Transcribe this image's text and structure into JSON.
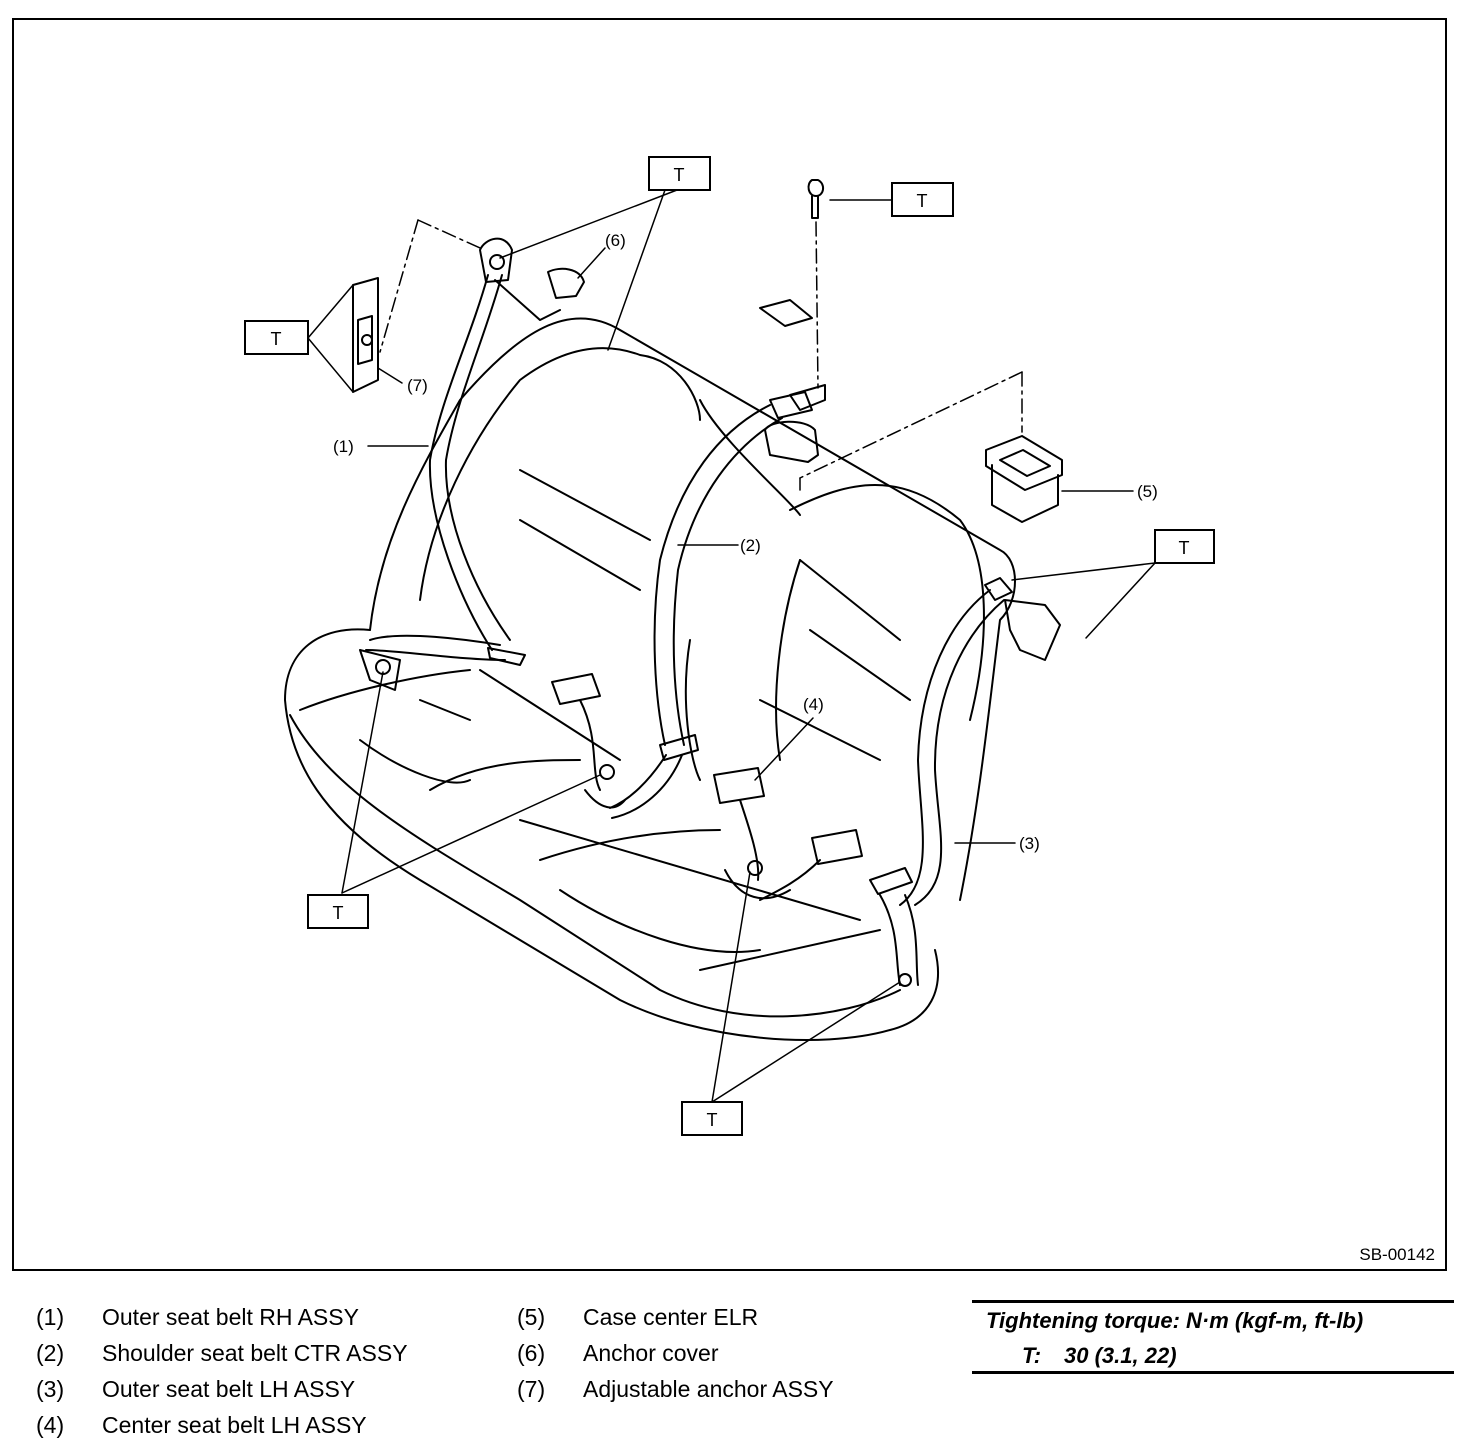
{
  "figure_code": "SB-00142",
  "torque_tag": "T",
  "callouts": [
    "(1)",
    "(2)",
    "(3)",
    "(4)",
    "(5)",
    "(6)",
    "(7)"
  ],
  "legend": [
    {
      "num": "(1)",
      "text": "Outer seat belt RH ASSY"
    },
    {
      "num": "(2)",
      "text": "Shoulder seat belt CTR ASSY"
    },
    {
      "num": "(3)",
      "text": "Outer seat belt LH ASSY"
    },
    {
      "num": "(4)",
      "text": "Center seat belt LH ASSY"
    },
    {
      "num": "(5)",
      "text": "Case center ELR"
    },
    {
      "num": "(6)",
      "text": "Anchor cover"
    },
    {
      "num": "(7)",
      "text": "Adjustable anchor ASSY"
    }
  ],
  "torque": {
    "title": "Tightening torque: N·m (kgf-m, ft-lb)",
    "key": "T:",
    "value": "30 (3.1, 22)"
  }
}
